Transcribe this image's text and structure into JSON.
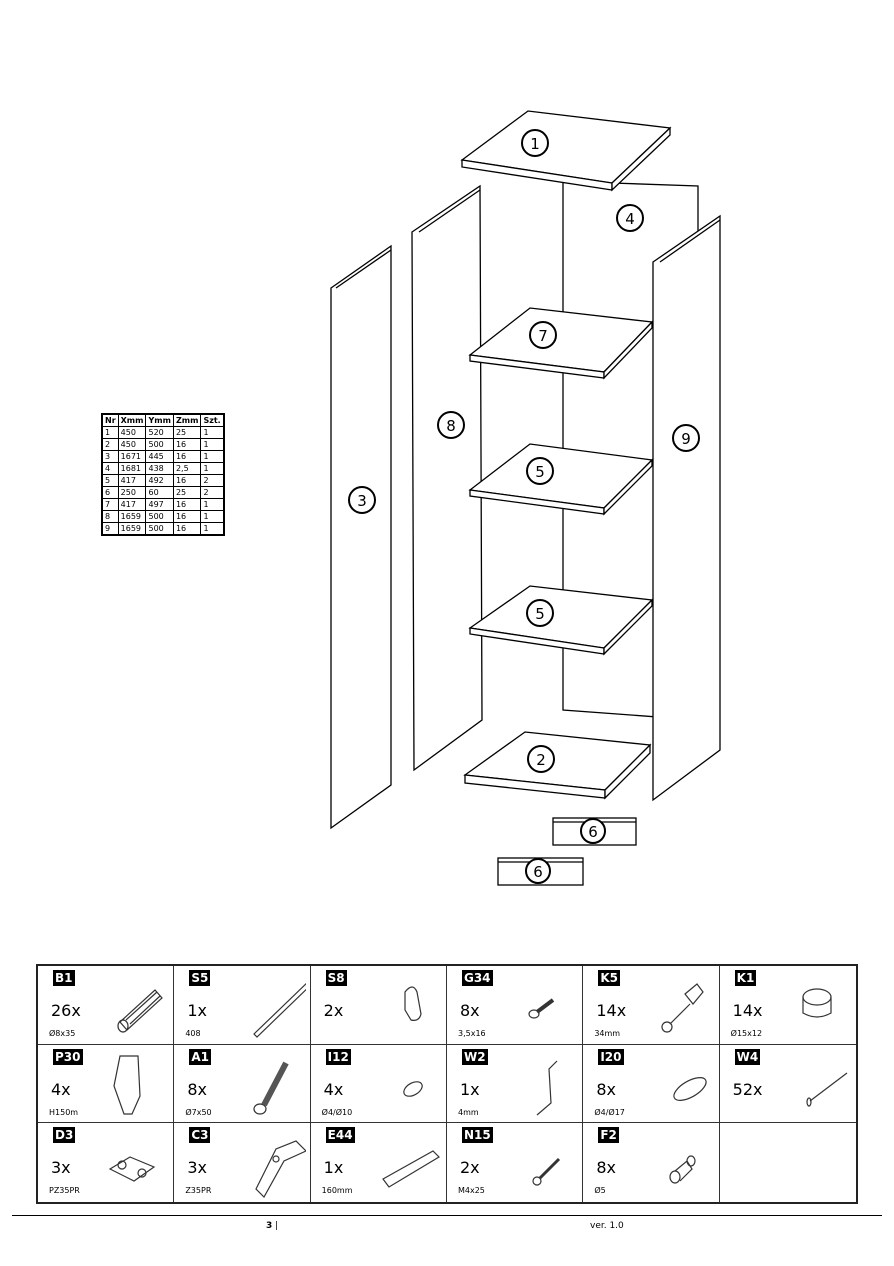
{
  "diagram": {
    "labels": [
      "1",
      "4",
      "7",
      "8",
      "3",
      "9",
      "5",
      "5",
      "2",
      "6",
      "6"
    ]
  },
  "parts_table": {
    "headers": [
      "Nr",
      "Xmm",
      "Ymm",
      "Zmm",
      "Szt."
    ],
    "rows": [
      [
        "1",
        "450",
        "520",
        "25",
        "1"
      ],
      [
        "2",
        "450",
        "500",
        "16",
        "1"
      ],
      [
        "3",
        "1671",
        "445",
        "16",
        "1"
      ],
      [
        "4",
        "1681",
        "438",
        "2,5",
        "1"
      ],
      [
        "5",
        "417",
        "492",
        "16",
        "2"
      ],
      [
        "6",
        "250",
        "60",
        "25",
        "2"
      ],
      [
        "7",
        "417",
        "497",
        "16",
        "1"
      ],
      [
        "8",
        "1659",
        "500",
        "16",
        "1"
      ],
      [
        "9",
        "1659",
        "500",
        "16",
        "1"
      ]
    ]
  },
  "hardware": [
    {
      "code": "B1",
      "qty": "26x",
      "size": "Ø8x35",
      "icon": "dowel-icon"
    },
    {
      "code": "S5",
      "qty": "1x",
      "size": "408",
      "icon": "rod-icon"
    },
    {
      "code": "S8",
      "qty": "2x",
      "size": "",
      "icon": "rod-holder-icon"
    },
    {
      "code": "G34",
      "qty": "8x",
      "size": "3,5x16",
      "icon": "screw-icon"
    },
    {
      "code": "K5",
      "qty": "14x",
      "size": "34mm",
      "icon": "cam-bolt-icon"
    },
    {
      "code": "K1",
      "qty": "14x",
      "size": "Ø15x12",
      "icon": "cam-lock-icon"
    },
    {
      "code": "P30",
      "qty": "4x",
      "size": "H150m",
      "icon": "leg-icon"
    },
    {
      "code": "A1",
      "qty": "8x",
      "size": "Ø7x50",
      "icon": "confirmat-screw-icon"
    },
    {
      "code": "I12",
      "qty": "4x",
      "size": "Ø4/Ø10",
      "icon": "cap-icon"
    },
    {
      "code": "W2",
      "qty": "1x",
      "size": "4mm",
      "icon": "hex-key-icon"
    },
    {
      "code": "I20",
      "qty": "8x",
      "size": "Ø4/Ø17",
      "icon": "cap-large-icon"
    },
    {
      "code": "W4",
      "qty": "52x",
      "size": "",
      "icon": "nail-icon"
    },
    {
      "code": "D3",
      "qty": "3x",
      "size": "PZ35PR",
      "icon": "hinge-plate-icon"
    },
    {
      "code": "C3",
      "qty": "3x",
      "size": "Z35PR",
      "icon": "hinge-icon"
    },
    {
      "code": "E44",
      "qty": "1x",
      "size": "160mm",
      "icon": "handle-icon"
    },
    {
      "code": "N15",
      "qty": "2x",
      "size": "M4x25",
      "icon": "bolt-icon"
    },
    {
      "code": "F2",
      "qty": "8x",
      "size": "Ø5",
      "icon": "shelf-pin-icon"
    },
    {
      "code": "",
      "qty": "",
      "size": "",
      "icon": ""
    }
  ],
  "footer": {
    "page": "3",
    "separator": " |",
    "version": "ver. 1.0"
  }
}
